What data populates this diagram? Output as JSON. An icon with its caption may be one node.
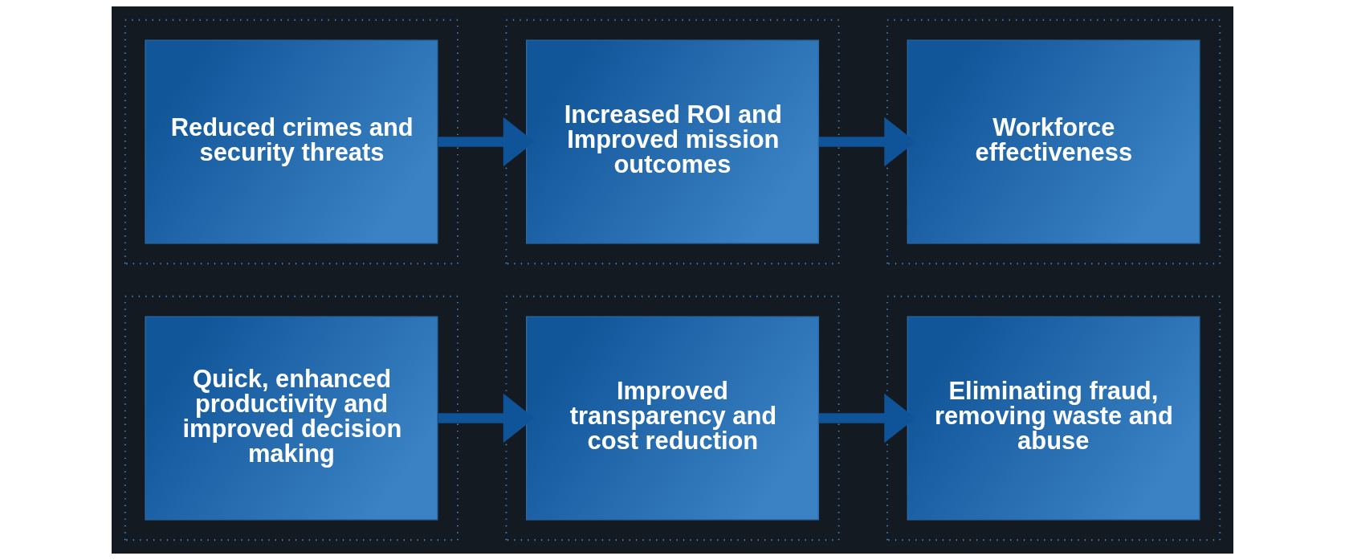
{
  "diagram": {
    "nodes": [
      {
        "text": [],
        "shape": "box"
      },
      {
        "text": [
          "Quick, enhanced productivity and improved decision making"
        ],
        "in": 0
      },
      {
        "text": [],
        "shape": "box"
      },
      {
        "text": [
          "Improved transparency and cost reduction"
        ],
        "in": 2
      },
      {
        "text": [],
        "shape": "box"
      },
      {
        "text": [
          "Eliminating fraud, removing waste and abuse"
        ],
        "in": 4
      },
      {
        "text": [],
        "shape": "box"
      },
      {
        "text": [
          "Reduced crimes and security threats"
        ],
        "in": 6
      },
      {
        "text": [],
        "shape": "box"
      },
      {
        "text": [
          "Increased ROI and Improved mission outcomes"
        ],
        "in": 8
      },
      {
        "text": [],
        "shape": "box"
      },
      {
        "text": [
          "Workforce effectiveness"
        ],
        "in": 10
      }
    ],
    "edges": [
      {
        "from": 1,
        "to": 3,
        "arrow": "to"
      },
      {
        "from": 3,
        "to": 5,
        "arrow": "to"
      },
      {
        "from": 7,
        "to": 9,
        "arrow": "to"
      },
      {
        "from": 9,
        "to": 11,
        "arrow": "to"
      }
    ]
  }
}
